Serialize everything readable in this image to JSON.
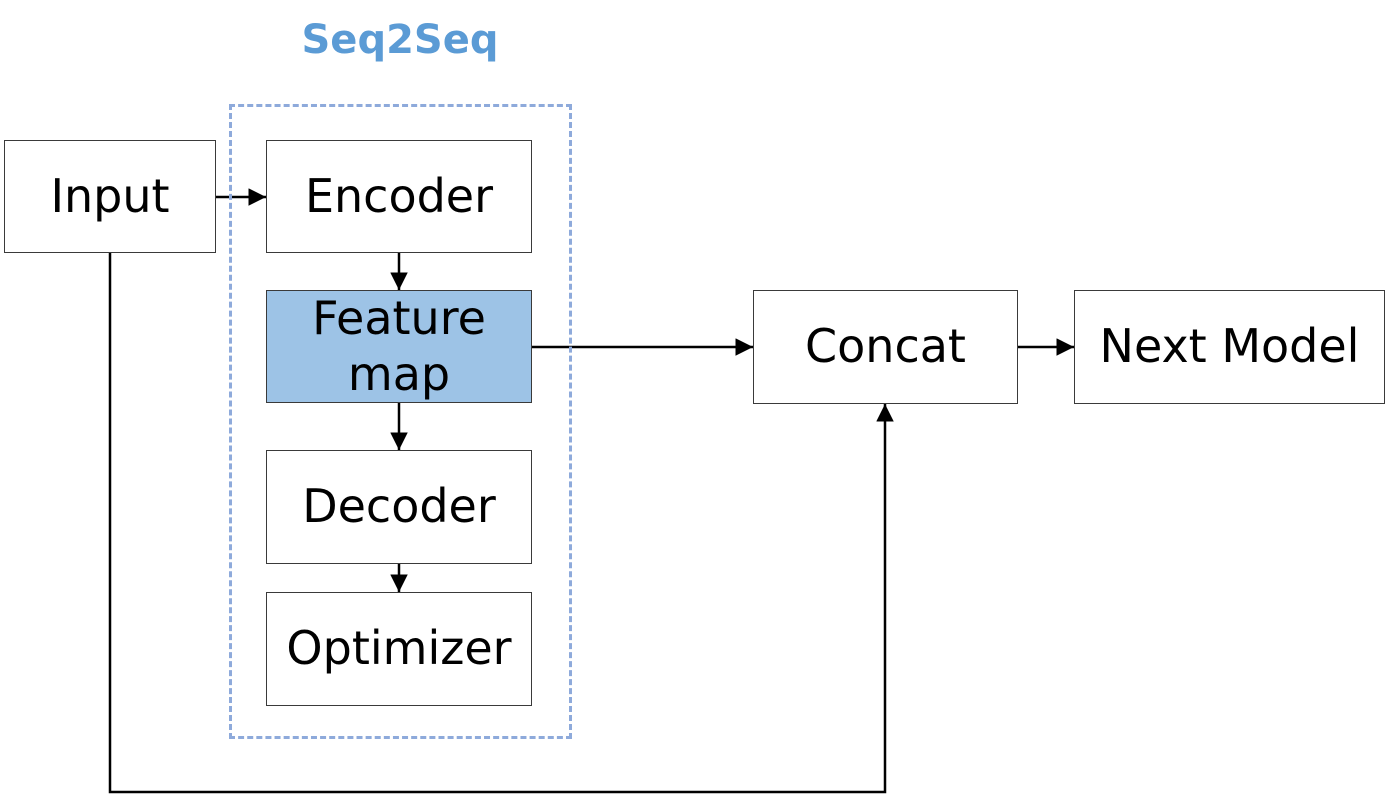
{
  "group": {
    "title": "Seq2Seq",
    "border_color": "#8eaadb",
    "title_color": "#5b9bd5"
  },
  "nodes": {
    "input": "Input",
    "encoder": "Encoder",
    "feature_map": "Feature map",
    "decoder": "Decoder",
    "optimizer": "Optimizer",
    "concat": "Concat",
    "next_model": "Next Model"
  },
  "colors": {
    "highlight_fill": "#9dc3e6",
    "box_border": "#3a3a3a",
    "arrow": "#000000"
  }
}
